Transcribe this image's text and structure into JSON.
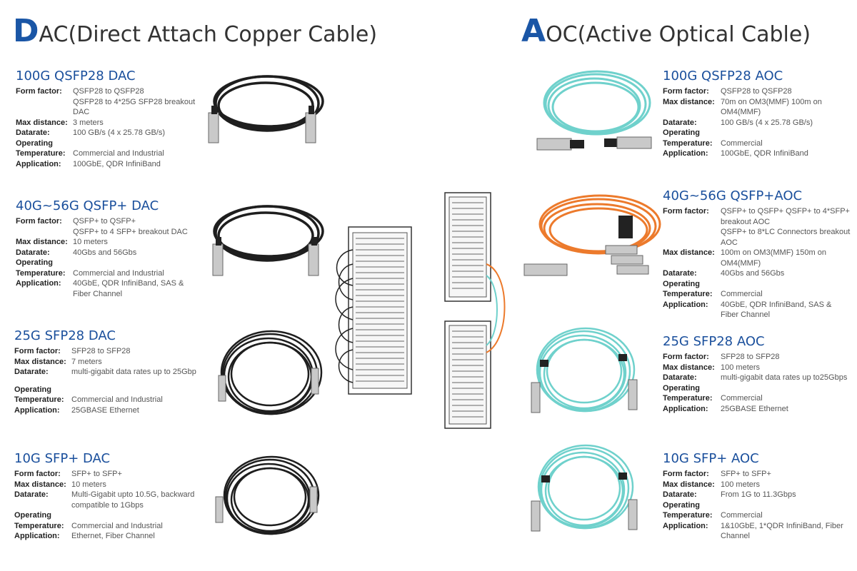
{
  "dac": {
    "title_initial": "D",
    "title_rest": "AC(Direct Attach Copper Cable)",
    "sections": [
      {
        "heading": "100G QSFP28 DAC",
        "rows": [
          {
            "label": "Form factor:",
            "value": "QSFP28 to QSFP28"
          },
          {
            "label": "",
            "value": "QSFP28 to 4*25G SFP28 breakout DAC"
          },
          {
            "label": "Max distance:",
            "value": "3 meters"
          },
          {
            "label": "Datarate:",
            "value": "100 GB/s (4 x 25.78 GB/s)"
          },
          {
            "label": "Operating",
            "value": ""
          },
          {
            "label": "Temperature:",
            "value": "Commercial and Industrial"
          },
          {
            "label": "Application:",
            "value": "100GbE, QDR InfiniBand"
          }
        ]
      },
      {
        "heading": "40G~56G QSFP+ DAC",
        "rows": [
          {
            "label": "Form factor:",
            "value": "QSFP+ to QSFP+"
          },
          {
            "label": "",
            "value": "QSFP+ to 4 SFP+ breakout DAC"
          },
          {
            "label": "Max distance:",
            "value": "10 meters"
          },
          {
            "label": "Datarate:",
            "value": "40Gbs and 56Gbs"
          },
          {
            "label": "Operating",
            "value": ""
          },
          {
            "label": "Temperature:",
            "value": "Commercial and Industrial"
          },
          {
            "label": "Application:",
            "value": "40GbE, QDR InfiniBand, SAS & Fiber Channel"
          }
        ]
      },
      {
        "heading": "25G SFP28 DAC",
        "rows": [
          {
            "label": "Form factor:",
            "value": "SFP28 to SFP28"
          },
          {
            "label": "Max distance:",
            "value": "7 meters"
          },
          {
            "label": "Datarate:",
            "value": "multi-gigabit data rates up to 25Gbp"
          },
          {
            "label": "Operating",
            "value": ""
          },
          {
            "label": "Temperature:",
            "value": "Commercial and Industrial"
          },
          {
            "label": "Application:",
            "value": "25GBASE Ethernet"
          }
        ]
      },
      {
        "heading": "10G SFP+ DAC",
        "rows": [
          {
            "label": "Form factor:",
            "value": "SFP+ to SFP+"
          },
          {
            "label": "Max distance:",
            "value": "10 meters"
          },
          {
            "label": "Datarate:",
            "value": "Multi-Gigabit upto 10.5G, backward compatible to 1Gbps"
          },
          {
            "label": "Operating",
            "value": ""
          },
          {
            "label": "Temperature:",
            "value": "Commercial and Industrial"
          },
          {
            "label": "Application:",
            "value": "Ethernet, Fiber Channel"
          }
        ]
      }
    ]
  },
  "aoc": {
    "title_initial": "A",
    "title_rest": "OC(Active Optical Cable)",
    "sections": [
      {
        "heading": "100G QSFP28 AOC",
        "rows": [
          {
            "label": "Form factor:",
            "value": "QSFP28 to QSFP28"
          },
          {
            "label": "Max distance:",
            "value": "70m on OM3(MMF) 100m on OM4(MMF)"
          },
          {
            "label": "Datarate:",
            "value": "100 GB/s (4 x 25.78 GB/s)"
          },
          {
            "label": "Operating",
            "value": ""
          },
          {
            "label": "Temperature:",
            "value": "Commercial"
          },
          {
            "label": "Application:",
            "value": "100GbE, QDR InfiniBand"
          }
        ]
      },
      {
        "heading": "40G~56G QSFP+AOC",
        "rows": [
          {
            "label": "Form factor:",
            "value": "QSFP+ to QSFP+  QSFP+ to 4*SFP+ breakout AOC"
          },
          {
            "label": "",
            "value": "QSFP+ to 8*LC Connectors breakout AOC"
          },
          {
            "label": "Max distance:",
            "value": "100m on OM3(MMF) 150m on OM4(MMF)"
          },
          {
            "label": "Datarate:",
            "value": "40Gbs and 56Gbs"
          },
          {
            "label": "Operating",
            "value": ""
          },
          {
            "label": "Temperature:",
            "value": "Commercial"
          },
          {
            "label": "Application:",
            "value": "40GbE, QDR InfiniBand, SAS & Fiber Channel"
          }
        ]
      },
      {
        "heading": "25G SFP28 AOC",
        "rows": [
          {
            "label": "Form factor:",
            "value": "SFP28 to SFP28"
          },
          {
            "label": "Max distance:",
            "value": "100 meters"
          },
          {
            "label": "Datarate:",
            "value": "multi-gigabit data rates up to25Gbps"
          },
          {
            "label": "Operating",
            "value": ""
          },
          {
            "label": "Temperature:",
            "value": "Commercial"
          },
          {
            "label": "Application:",
            "value": "25GBASE Ethernet"
          }
        ]
      },
      {
        "heading": "10G SFP+ AOC",
        "rows": [
          {
            "label": "Form factor:",
            "value": "SFP+ to SFP+"
          },
          {
            "label": "Max distance:",
            "value": "100 meters"
          },
          {
            "label": "Datarate:",
            "value": "From 1G to 11.3Gbps"
          },
          {
            "label": "Operating",
            "value": ""
          },
          {
            "label": "Temperature:",
            "value": "Commercial"
          },
          {
            "label": "Application:",
            "value": "1&10GbE, 1*QDR InfiniBand, Fiber Channel"
          }
        ]
      }
    ]
  },
  "colors": {
    "accent_blue": "#1a56a6",
    "copper_cable": "#1e1e1e",
    "aoc_aqua": "#6fd1cc",
    "aoc_orange": "#ec7a2c",
    "connector_silver": "#c9c9c9"
  },
  "icons": [
    "dac-cable-icon",
    "aoc-cable-icon",
    "server-rack-icon"
  ]
}
